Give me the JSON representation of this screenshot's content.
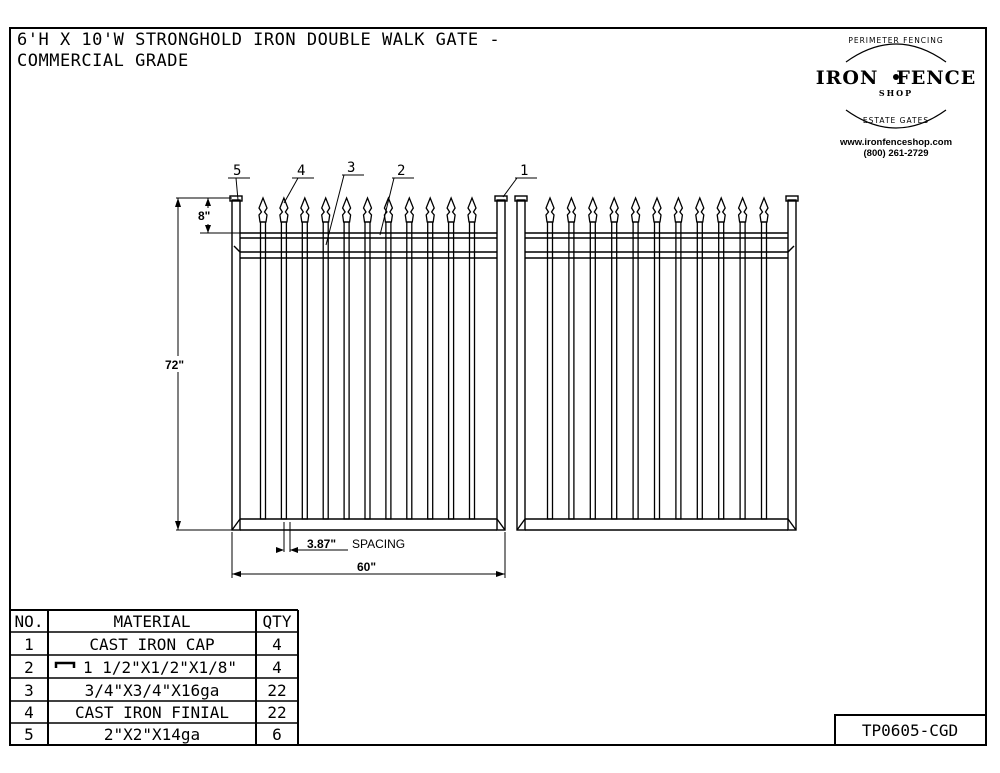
{
  "title": {
    "line1": "6'H X 10'W STRONGHOLD IRON DOUBLE WALK GATE -",
    "line2": "COMMERCIAL GRADE"
  },
  "logo": {
    "arc_top": "PERIMETER FENCING",
    "brand_left": "IRON",
    "brand_right": "FENCE",
    "shop": "SHOP",
    "arc_bottom": "ESTATE GATES",
    "website": "www.ironfenceshop.com",
    "phone": "(800) 261-2729"
  },
  "callouts": [
    "1",
    "2",
    "3",
    "4",
    "5"
  ],
  "dimensions": {
    "finial_height": "8\"",
    "gate_height": "72\"",
    "picket_spacing_value": "3.87\"",
    "picket_spacing_label": "SPACING",
    "leaf_width": "60\""
  },
  "materials_table": {
    "headers": [
      "NO.",
      "MATERIAL",
      "QTY"
    ],
    "rows": [
      {
        "no": "1",
        "material": "CAST IRON CAP",
        "qty": "4"
      },
      {
        "no": "2",
        "material": "1 1/2\"X1/2\"X1/8\"",
        "qty": "4"
      },
      {
        "no": "3",
        "material": "3/4\"X3/4\"X16ga",
        "qty": "22"
      },
      {
        "no": "4",
        "material": "CAST IRON FINIAL",
        "qty": "22"
      },
      {
        "no": "5",
        "material": "2\"X2\"X14ga",
        "qty": "6"
      }
    ]
  },
  "drawing_number": "TP0605-CGD"
}
